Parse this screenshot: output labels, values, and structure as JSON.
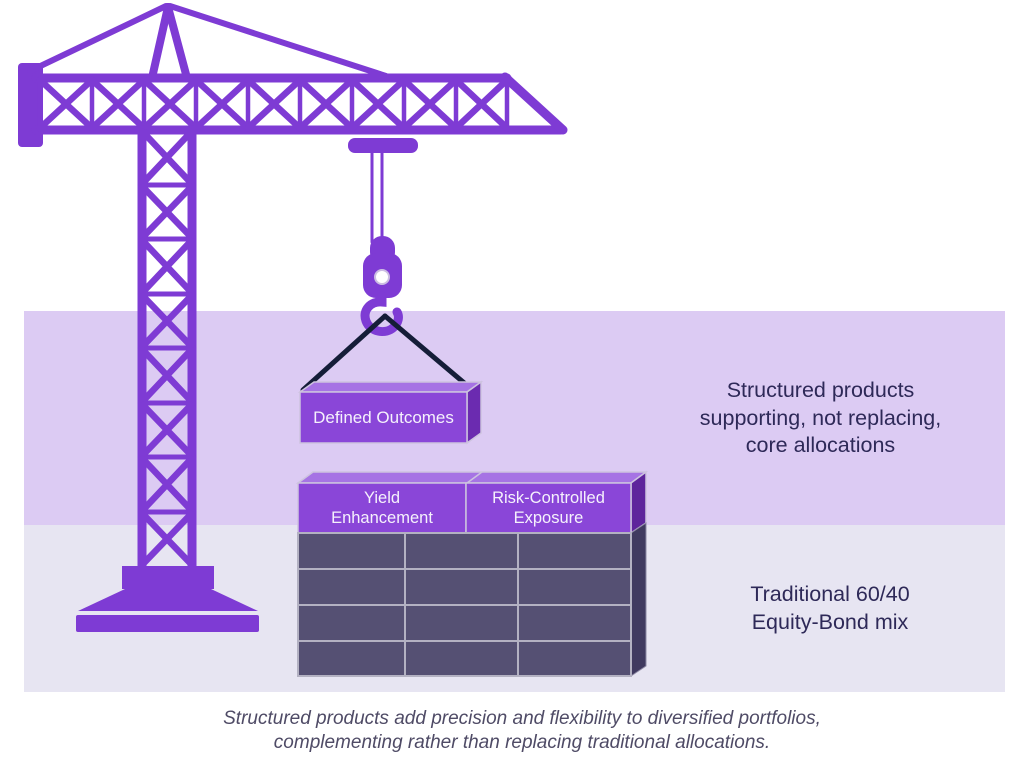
{
  "scene": {
    "name": "structured-products-crane-diagram"
  },
  "colors": {
    "crane_purple": "#7E3BD4",
    "block_front": "#8A46D8",
    "block_top": "#A673E4",
    "block_side": "#6B2BB0",
    "label_layer_side": "#5E259C",
    "brick_fill": "#555073",
    "brick_side": "#403A60",
    "brick_border": "#B3B1C2",
    "rope_dark": "#151D38",
    "upper_band_bg": "#DCCBF3",
    "lower_band_bg": "#E7E5F2",
    "heading_text": "#2E2958",
    "caption_text": "#4F4B66",
    "box_label_text": "#F5F1FC"
  },
  "lifted_block": {
    "label": "Defined Outcomes"
  },
  "top_row_blocks": [
    {
      "label": "Yield Enhancement",
      "label_lines": [
        "Yield",
        "Enhancement"
      ]
    },
    {
      "label": "Risk-Controlled Exposure",
      "label_lines": [
        "Risk-Controlled",
        "Exposure"
      ]
    }
  ],
  "base_stack": {
    "rows": 4,
    "columns": 3,
    "label": "Traditional 60/40 Equity-Bond mix"
  },
  "annotations": {
    "upper_band_lines": [
      "Structured products",
      "supporting, not replacing,",
      "core allocations"
    ],
    "lower_band_lines": [
      "Traditional 60/40",
      "Equity-Bond mix"
    ]
  },
  "caption_lines": [
    "Structured products add precision and flexibility to diversified portfolios,",
    "complementing rather than replacing traditional allocations."
  ]
}
